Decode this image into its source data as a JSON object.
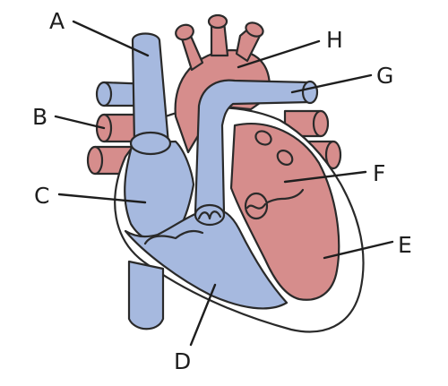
{
  "colors": {
    "oxygen_poor_blue": "#a6b9df",
    "oxygen_rich_red": "#d68d8c",
    "outline": "#2a2a2a",
    "heart_wall": "#ffffff"
  },
  "labels": {
    "A": "A",
    "B": "B",
    "C": "C",
    "D": "D",
    "E": "E",
    "F": "F",
    "G": "G",
    "H": "H"
  }
}
